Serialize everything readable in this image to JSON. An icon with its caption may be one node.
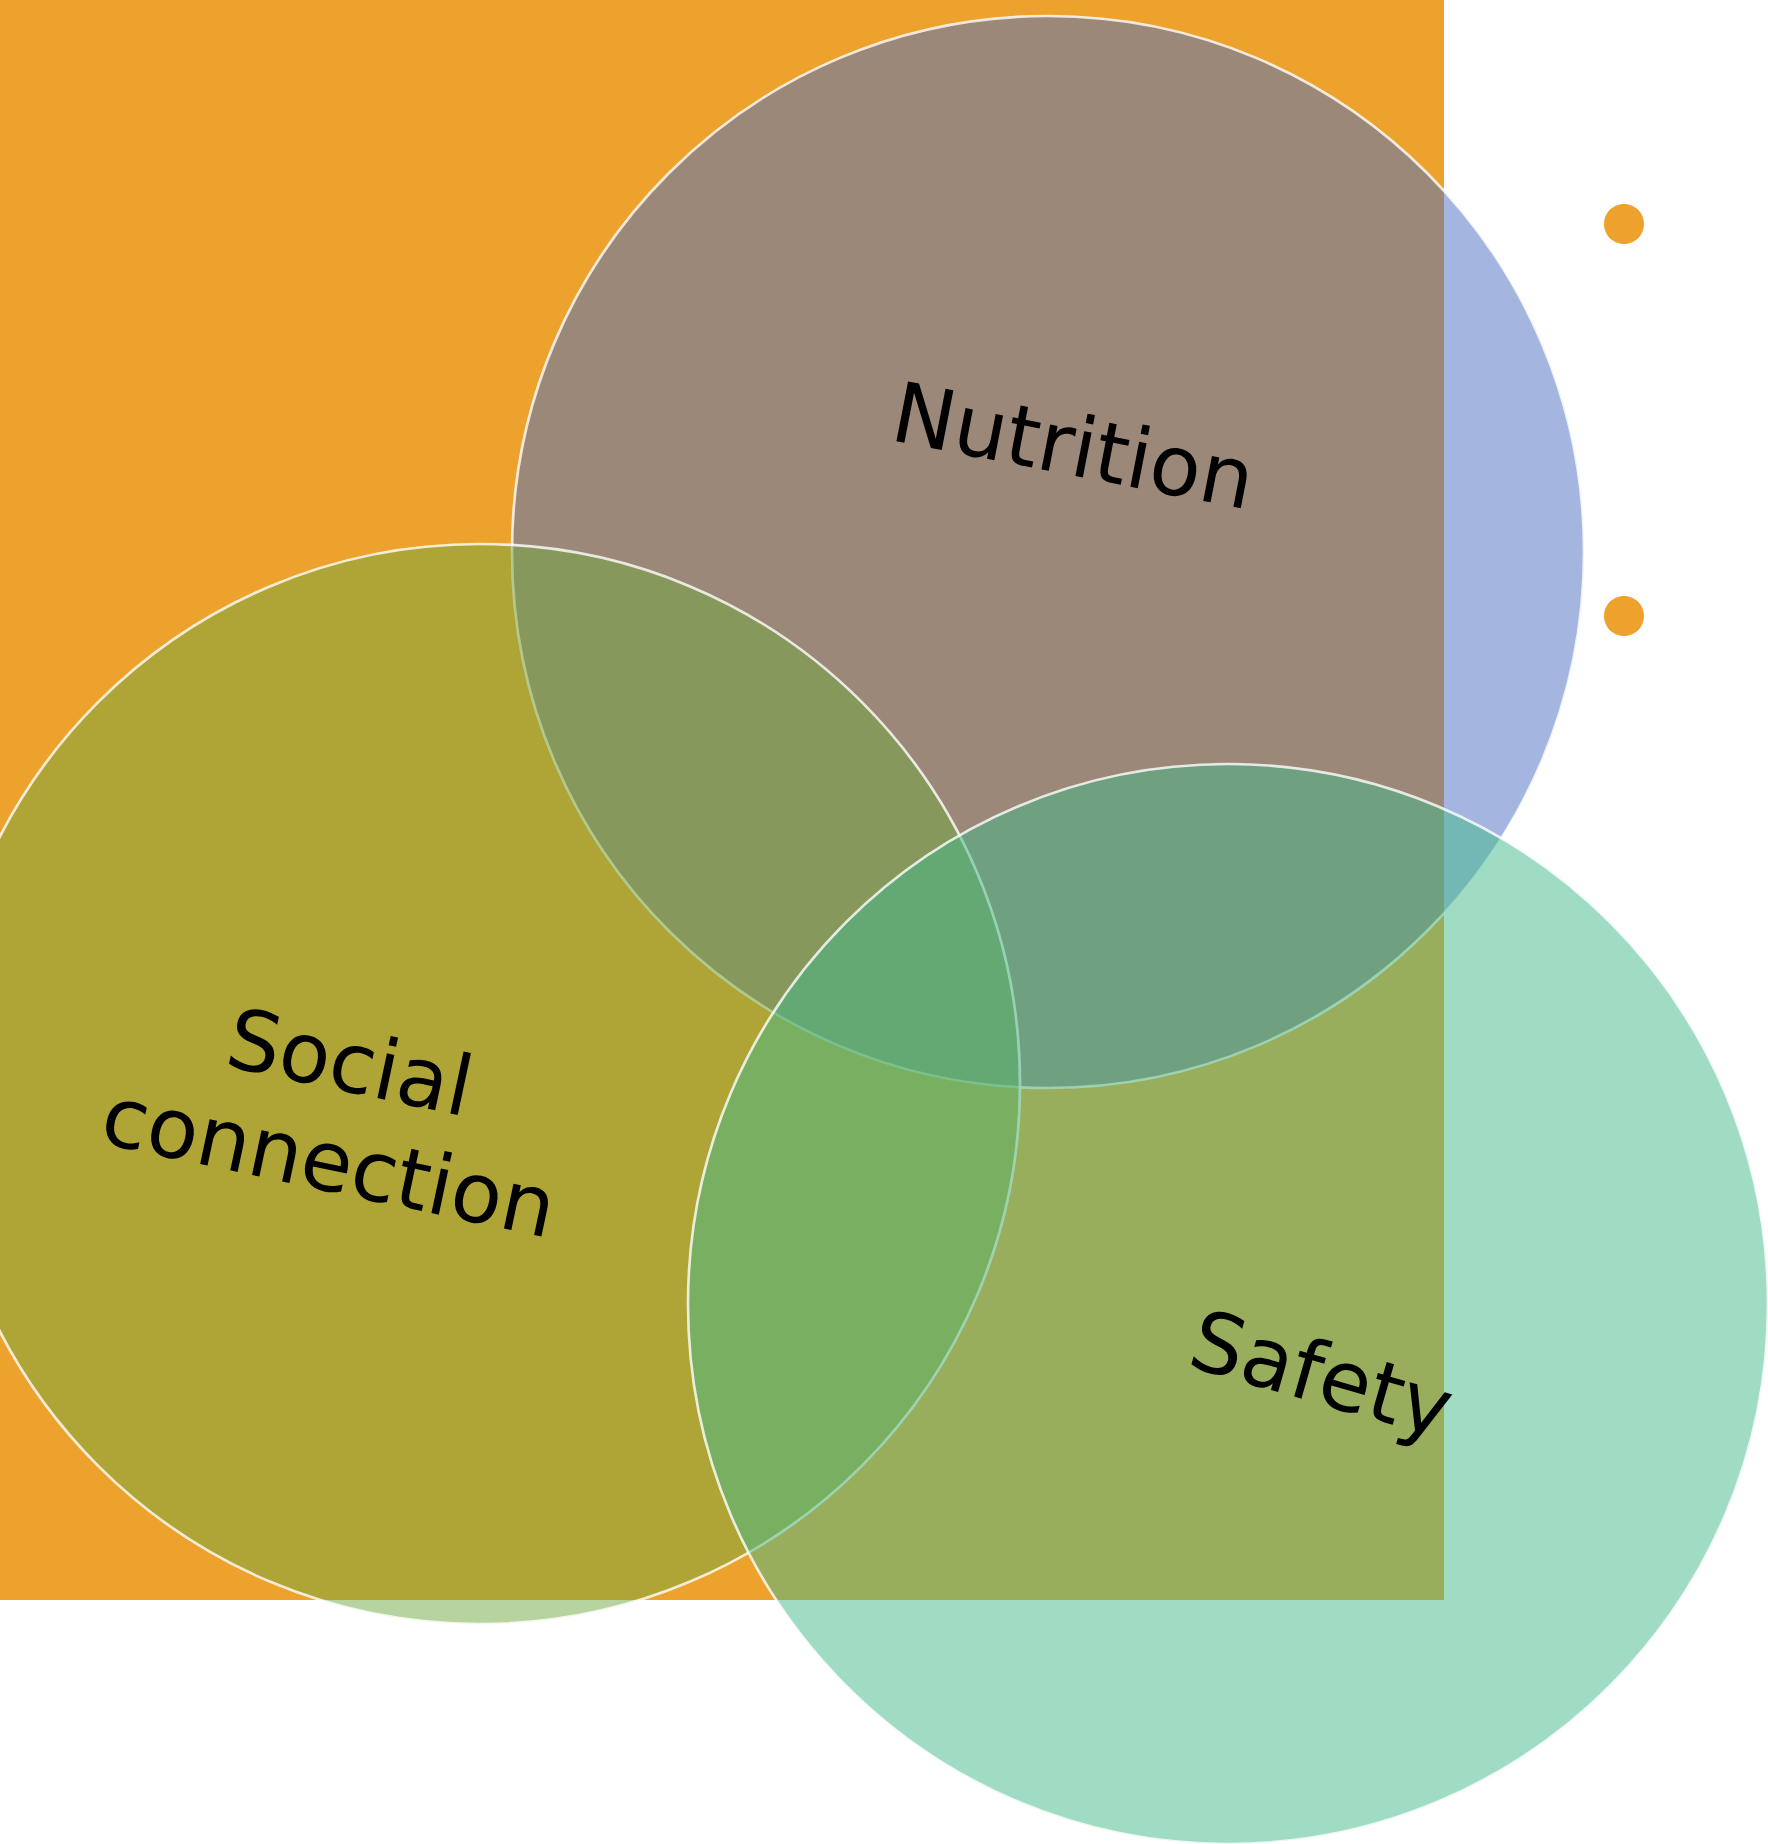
{
  "diagram": {
    "nodes": [
      {
        "text": [
          "Nutrition"
        ]
      },
      {
        "text": [
          "Social connection"
        ]
      },
      {
        "text": [
          "Safety"
        ]
      }
    ]
  }
}
